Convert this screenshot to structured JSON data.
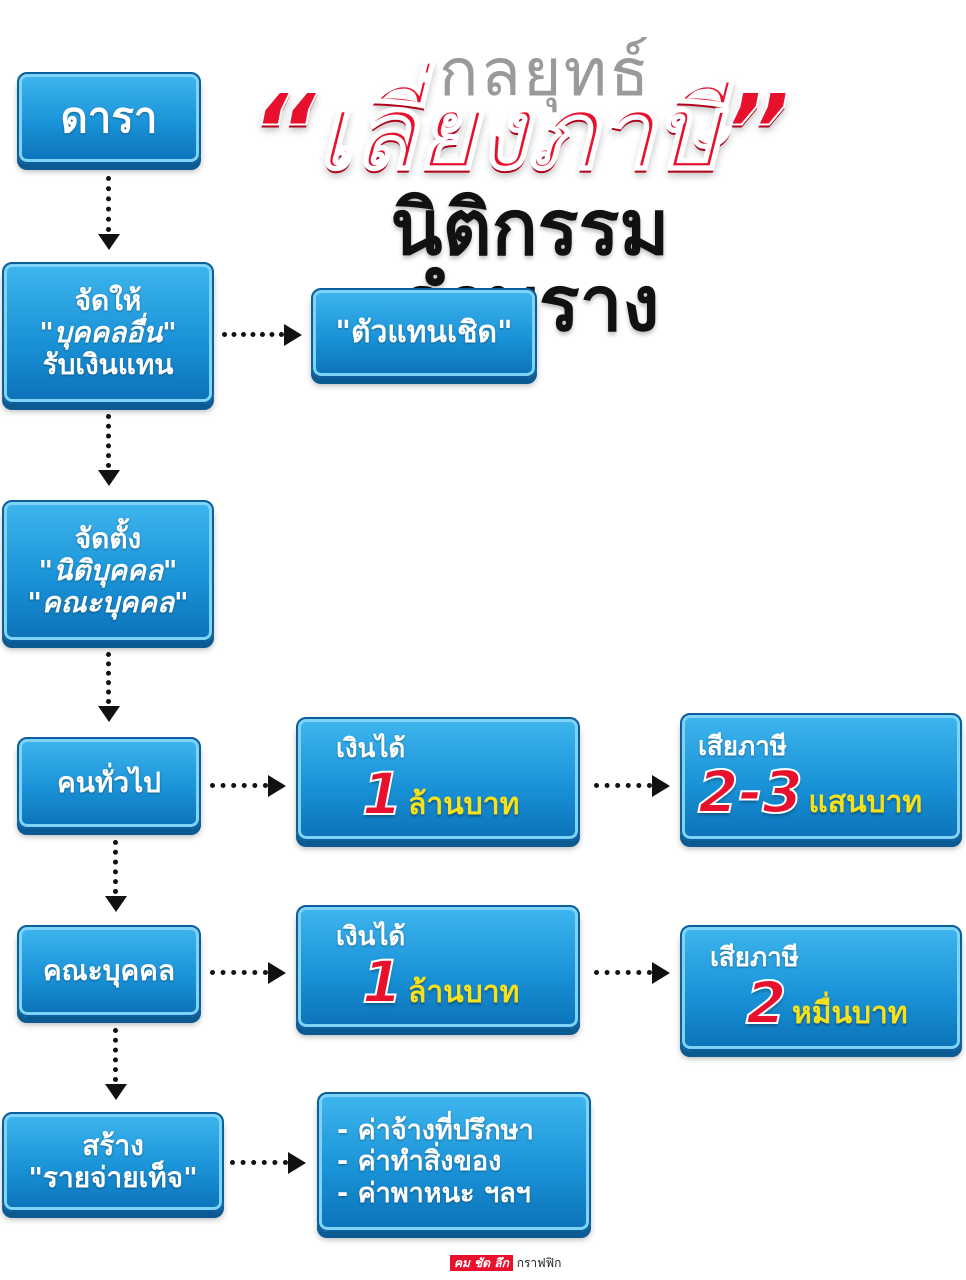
{
  "title": {
    "line1": "กลยุทธ์",
    "line2": "“เลี่ยงภาษี”",
    "line3": "นิติกรรมอำพราง"
  },
  "nodes": {
    "star": "ดารา",
    "assign_line1": "จัดให้",
    "assign_line2": "\"บุคคลอื่น\"",
    "assign_line3": "รับเงินแทน",
    "nominee": "\"ตัวแทนเชิด\"",
    "setup_line1": "จัดตั้ง",
    "setup_line2": "\"นิติบุคคล\"",
    "setup_line3": "\"คณะบุคคล\"",
    "general": "คนทั่วไป",
    "group": "คณะบุคคล",
    "create_line1": "สร้าง",
    "create_line2": "\"รายจ่ายเท็จ\""
  },
  "income_general": {
    "label": "เงินได้",
    "amount": "1",
    "unit": "ล้านบาท"
  },
  "tax_general": {
    "label": "เสียภาษี",
    "amount": "2-3",
    "unit": "แสนบาท"
  },
  "income_group": {
    "label": "เงินได้",
    "amount": "1",
    "unit": "ล้านบาท"
  },
  "tax_group": {
    "label": "เสียภาษี",
    "amount": "2",
    "unit": "หมื่นบาท"
  },
  "fake_expenses": [
    "- ค่าจ้างที่ปรึกษา",
    "- ค่าทำสิ่งของ",
    "- ค่าพาหนะ ฯลฯ"
  ],
  "credit": {
    "brand": "คม ชัด ลึก",
    "suffix": "กราฟฟิก"
  },
  "colors": {
    "box_blue": "#1a93d8",
    "accent_red": "#e8112d",
    "accent_yellow": "#f7e11b"
  }
}
